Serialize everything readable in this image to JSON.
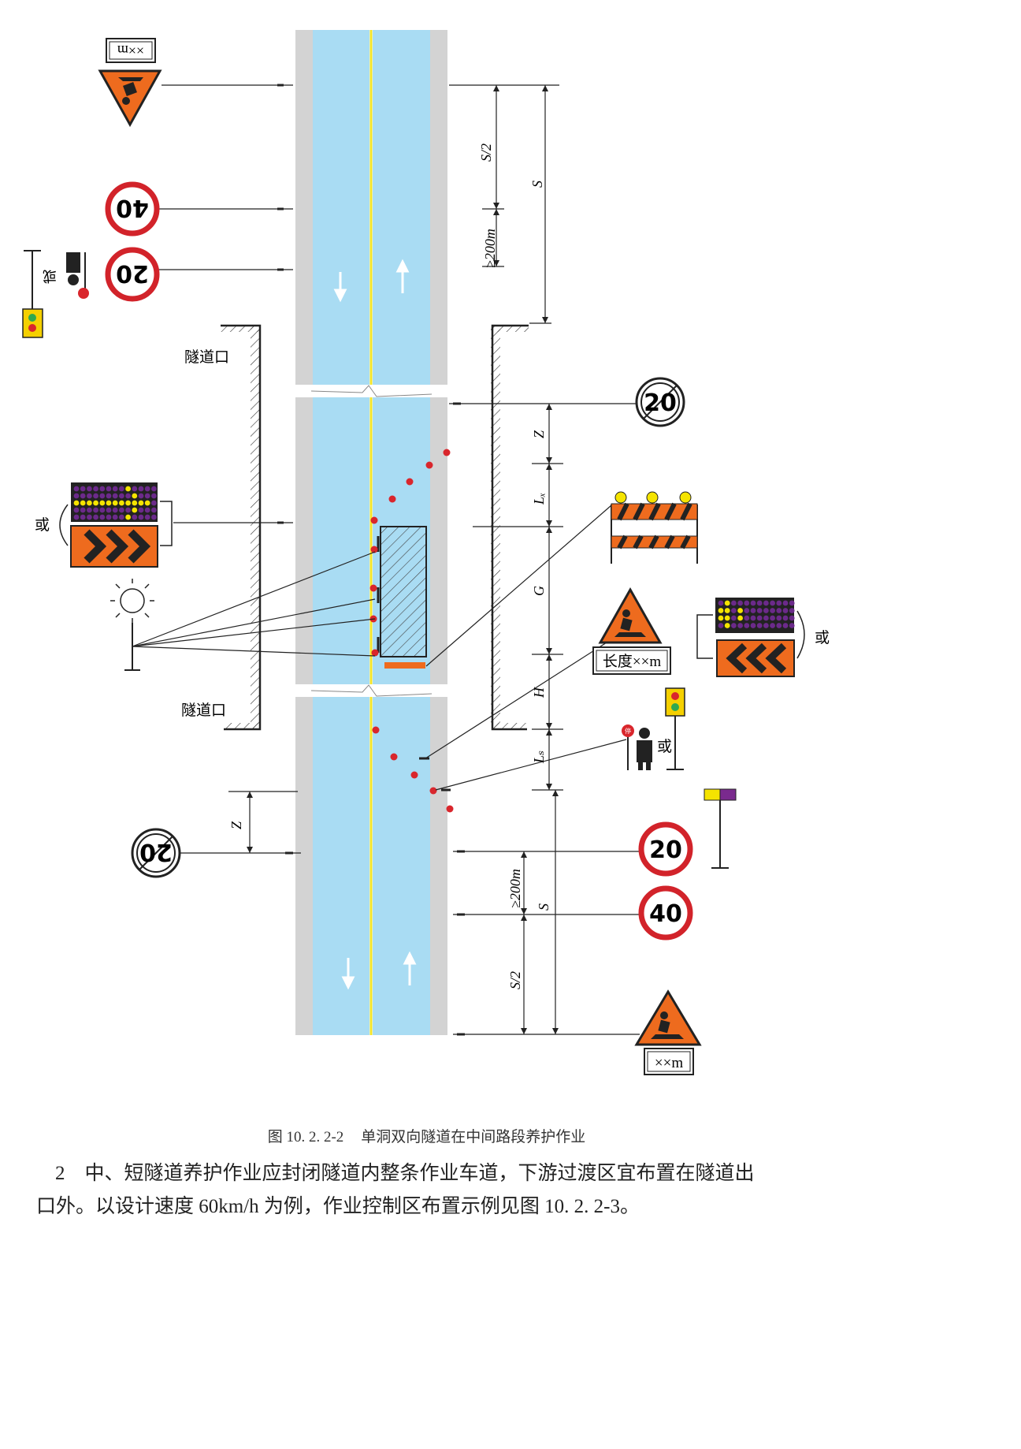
{
  "diagram": {
    "labels": {
      "tunnel_portal": "隧道口",
      "or": "或",
      "length_sign": "长度××m",
      "distance_sign": "××m",
      "dim_S": "S",
      "dim_S_half": "S/2",
      "dim_200": "≥200m",
      "dim_Z": "Z",
      "dim_Lx": "Lₓ",
      "dim_G": "G",
      "dim_H": "H",
      "dim_Ls": "Lₛ"
    },
    "speed_signs": [
      "40",
      "20",
      "20",
      "20",
      "40"
    ],
    "stop_paddle": "停",
    "colors": {
      "lane": "#a9dcf3",
      "shoulder": "#d3d3d3",
      "centerline": "#f2e52a",
      "sign_red": "#d2232a",
      "warn_orange": "#ee6b1e",
      "cone": "#d9262c"
    }
  },
  "caption": {
    "number": "图 10. 2. 2-2",
    "title": "单洞双向隧道在中间路段养护作业"
  },
  "body": {
    "line1": "2　中、短隧道养护作业应封闭隧道内整条作业车道，下游过渡区宜布置在隧道出",
    "line2": "口外。以设计速度 60km/h 为例，作业控制区布置示例见图 10. 2. 2-3。"
  }
}
